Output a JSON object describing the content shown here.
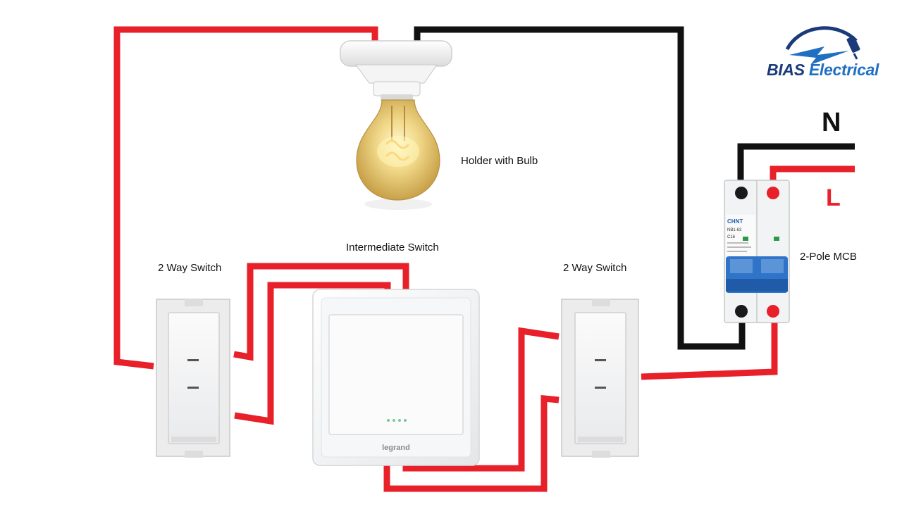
{
  "brand": {
    "word1": "BIAS",
    "word2": "Electrical"
  },
  "labels": {
    "bulb": "Holder with Bulb",
    "intermediate": "Intermediate Switch",
    "two_way_left": "2 Way Switch",
    "two_way_right": "2 Way Switch",
    "mcb": "2-Pole MCB",
    "neutral": "N",
    "live": "L"
  },
  "mcb_face": {
    "brand": "CHNT",
    "model": "NB1-63",
    "rating": "C16"
  },
  "switch_face": {
    "brand": "legrand"
  },
  "colors": {
    "live_wire": "#e8202a",
    "neutral_wire": "#111111",
    "mcb_lever": "#2f74c8",
    "brand_dark": "#1a3a7a",
    "brand_light": "#1f6fc2"
  }
}
